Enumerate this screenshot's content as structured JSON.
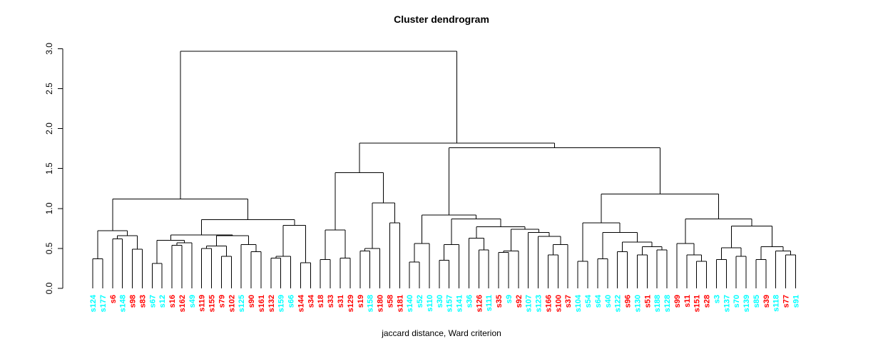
{
  "chart_data": {
    "type": "dendrogram",
    "title": "Cluster dendrogram",
    "xlabel": "jaccard distance, Ward criterion",
    "ylabel": "",
    "ylim": [
      0.0,
      3.0
    ],
    "y_axis": {
      "min": 0.0,
      "max": 3.0,
      "ticks": [
        0.0,
        0.5,
        1.0,
        1.5,
        2.0,
        2.5,
        3.0
      ],
      "tick_labels": [
        "0.0",
        "0.5",
        "1.0",
        "1.5",
        "2.0",
        "2.5",
        "3.0"
      ]
    },
    "legend": null,
    "grid": false,
    "colors": {
      "r": "#FF0000",
      "c": "#00FFFF",
      "line": "#000000"
    },
    "leaves": [
      {
        "label": "s124",
        "color": "c"
      },
      {
        "label": "s177",
        "color": "c"
      },
      {
        "label": "s6",
        "color": "r"
      },
      {
        "label": "s148",
        "color": "c"
      },
      {
        "label": "s98",
        "color": "r"
      },
      {
        "label": "s83",
        "color": "r"
      },
      {
        "label": "s67",
        "color": "c"
      },
      {
        "label": "s12",
        "color": "c"
      },
      {
        "label": "s16",
        "color": "r"
      },
      {
        "label": "s162",
        "color": "r"
      },
      {
        "label": "s49",
        "color": "c"
      },
      {
        "label": "s119",
        "color": "r"
      },
      {
        "label": "s155",
        "color": "r"
      },
      {
        "label": "s79",
        "color": "r"
      },
      {
        "label": "s102",
        "color": "r"
      },
      {
        "label": "s125",
        "color": "c"
      },
      {
        "label": "s90",
        "color": "r"
      },
      {
        "label": "s161",
        "color": "r"
      },
      {
        "label": "s132",
        "color": "r"
      },
      {
        "label": "s159",
        "color": "c"
      },
      {
        "label": "s66",
        "color": "c"
      },
      {
        "label": "s144",
        "color": "r"
      },
      {
        "label": "s34",
        "color": "r"
      },
      {
        "label": "s18",
        "color": "r"
      },
      {
        "label": "s33",
        "color": "r"
      },
      {
        "label": "s31",
        "color": "r"
      },
      {
        "label": "s129",
        "color": "r"
      },
      {
        "label": "s19",
        "color": "r"
      },
      {
        "label": "s158",
        "color": "c"
      },
      {
        "label": "s180",
        "color": "r"
      },
      {
        "label": "s58",
        "color": "r"
      },
      {
        "label": "s181",
        "color": "r"
      },
      {
        "label": "s140",
        "color": "c"
      },
      {
        "label": "s52",
        "color": "c"
      },
      {
        "label": "s110",
        "color": "c"
      },
      {
        "label": "s30",
        "color": "c"
      },
      {
        "label": "s157",
        "color": "c"
      },
      {
        "label": "s141",
        "color": "c"
      },
      {
        "label": "s36",
        "color": "c"
      },
      {
        "label": "s126",
        "color": "r"
      },
      {
        "label": "s111",
        "color": "c"
      },
      {
        "label": "s35",
        "color": "r"
      },
      {
        "label": "s9",
        "color": "c"
      },
      {
        "label": "s92",
        "color": "r"
      },
      {
        "label": "s107",
        "color": "c"
      },
      {
        "label": "s123",
        "color": "c"
      },
      {
        "label": "s166",
        "color": "r"
      },
      {
        "label": "s100",
        "color": "r"
      },
      {
        "label": "s37",
        "color": "r"
      },
      {
        "label": "s104",
        "color": "c"
      },
      {
        "label": "s54",
        "color": "c"
      },
      {
        "label": "s64",
        "color": "c"
      },
      {
        "label": "s40",
        "color": "c"
      },
      {
        "label": "s122",
        "color": "c"
      },
      {
        "label": "s96",
        "color": "r"
      },
      {
        "label": "s130",
        "color": "c"
      },
      {
        "label": "s51",
        "color": "r"
      },
      {
        "label": "s188",
        "color": "c"
      },
      {
        "label": "s128",
        "color": "c"
      },
      {
        "label": "s99",
        "color": "r"
      },
      {
        "label": "s11",
        "color": "r"
      },
      {
        "label": "s151",
        "color": "r"
      },
      {
        "label": "s28",
        "color": "r"
      },
      {
        "label": "s3",
        "color": "c"
      },
      {
        "label": "s137",
        "color": "c"
      },
      {
        "label": "s70",
        "color": "c"
      },
      {
        "label": "s139",
        "color": "c"
      },
      {
        "label": "s85",
        "color": "c"
      },
      {
        "label": "s39",
        "color": "r"
      },
      {
        "label": "s118",
        "color": "c"
      },
      {
        "label": "s77",
        "color": "r"
      },
      {
        "label": "s91",
        "color": "c"
      }
    ],
    "tree": [
      2.97,
      [
        1.12,
        [
          0.72,
          [
            0.37,
            0,
            1
          ],
          [
            0.66,
            [
              0.62,
              2,
              3
            ],
            [
              0.49,
              4,
              5
            ]
          ]
        ],
        [
          0.86,
          [
            0.67,
            [
              0.6,
              [
                0.31,
                6,
                7
              ],
              [
                0.57,
                [
                  0.54,
                  8,
                  9
                ],
                10
              ]
            ],
            [
              0.66,
              [
                0.53,
                [
                  0.5,
                  11,
                  12
                ],
                [
                  0.4,
                  13,
                  14
                ]
              ],
              [
                0.55,
                15,
                [
                  0.46,
                  16,
                  17
                ]
              ]
            ]
          ],
          [
            0.79,
            [
              0.4,
              [
                0.38,
                18,
                19
              ],
              20
            ],
            [
              0.32,
              21,
              22
            ]
          ]
        ]
      ],
      [
        1.82,
        [
          1.45,
          [
            0.73,
            [
              0.36,
              23,
              24
            ],
            [
              0.38,
              25,
              26
            ]
          ],
          [
            1.07,
            [
              0.5,
              [
                0.47,
                27,
                28
              ],
              29
            ],
            [
              0.82,
              30,
              31
            ]
          ]
        ],
        [
          1.76,
          [
            0.92,
            [
              0.56,
              [
                0.33,
                32,
                33
              ],
              34
            ],
            [
              0.87,
              [
                0.55,
                [
                  0.35,
                  35,
                  36
                ],
                37
              ],
              [
                0.77,
                [
                  0.63,
                  38,
                  [
                    0.48,
                    39,
                    40
                  ]
                ],
                [
                  0.74,
                  [
                    0.47,
                    [
                      0.45,
                      41,
                      42
                    ],
                    43
                  ],
                  [
                    0.7,
                    44,
                    [
                      0.65,
                      45,
                      [
                        0.55,
                        [
                          0.42,
                          46,
                          47
                        ],
                        48
                      ]
                    ]
                  ]
                ]
              ]
            ]
          ],
          [
            1.18,
            [
              0.82,
              [
                0.34,
                49,
                50
              ],
              [
                0.7,
                [
                  0.37,
                  51,
                  52
                ],
                [
                  0.58,
                  [
                    0.46,
                    53,
                    54
                  ],
                  [
                    0.52,
                    [
                      0.42,
                      55,
                      56
                    ],
                    [
                      0.48,
                      57,
                      58
                    ]
                  ]
                ]
              ]
            ],
            [
              0.87,
              [
                0.56,
                59,
                [
                  0.42,
                  60,
                  [
                    0.34,
                    61,
                    62
                  ]
                ]
              ],
              [
                0.78,
                [
                  0.51,
                  [
                    0.36,
                    63,
                    64
                  ],
                  [
                    0.4,
                    65,
                    66
                  ]
                ],
                [
                  0.52,
                  [
                    0.36,
                    67,
                    68
                  ],
                  [
                    0.47,
                    69,
                    [
                      0.42,
                      70,
                      71
                    ]
                  ]
                ]
              ]
            ]
          ]
        ]
      ]
    ]
  }
}
